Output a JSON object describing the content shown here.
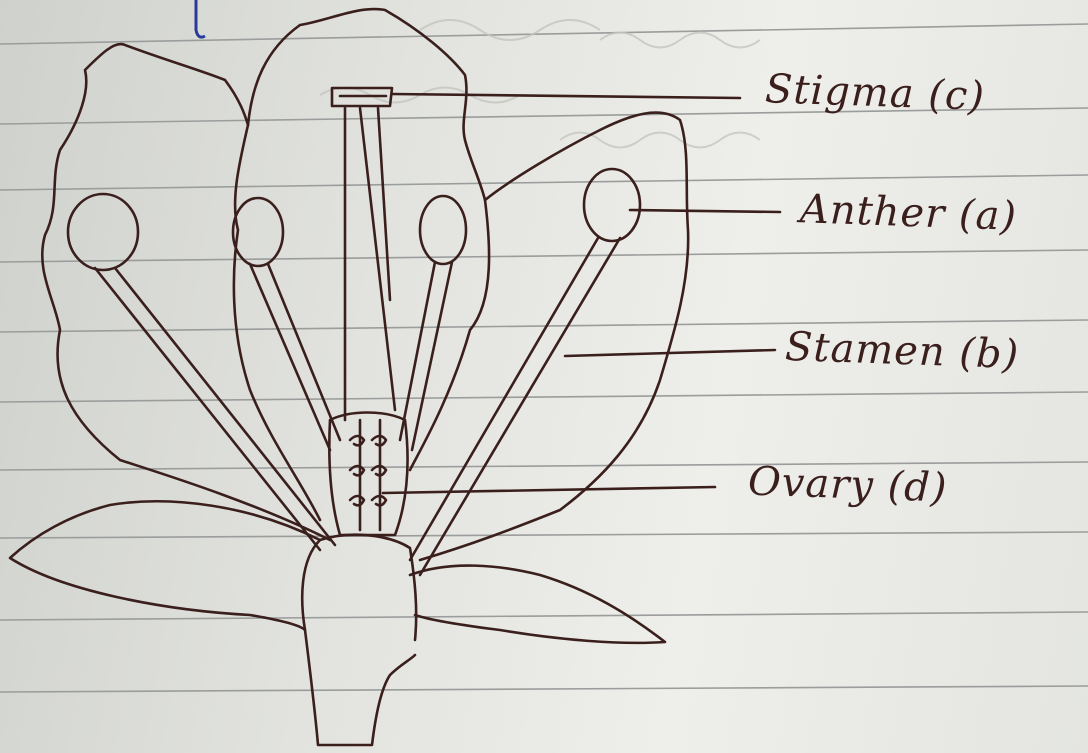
{
  "diagram": {
    "labels": {
      "stigma": "Stigma (c)",
      "anther": "Anther (a)",
      "stamen": "Stamen (b)",
      "ovary": "Ovary (d)"
    },
    "colors": {
      "ink": "#3a1f1c",
      "paper": "#e6e7e3",
      "rule_line": "#9a9d9c",
      "margin_line": "#8d9296",
      "blue_ink": "#2a3a9a"
    }
  }
}
